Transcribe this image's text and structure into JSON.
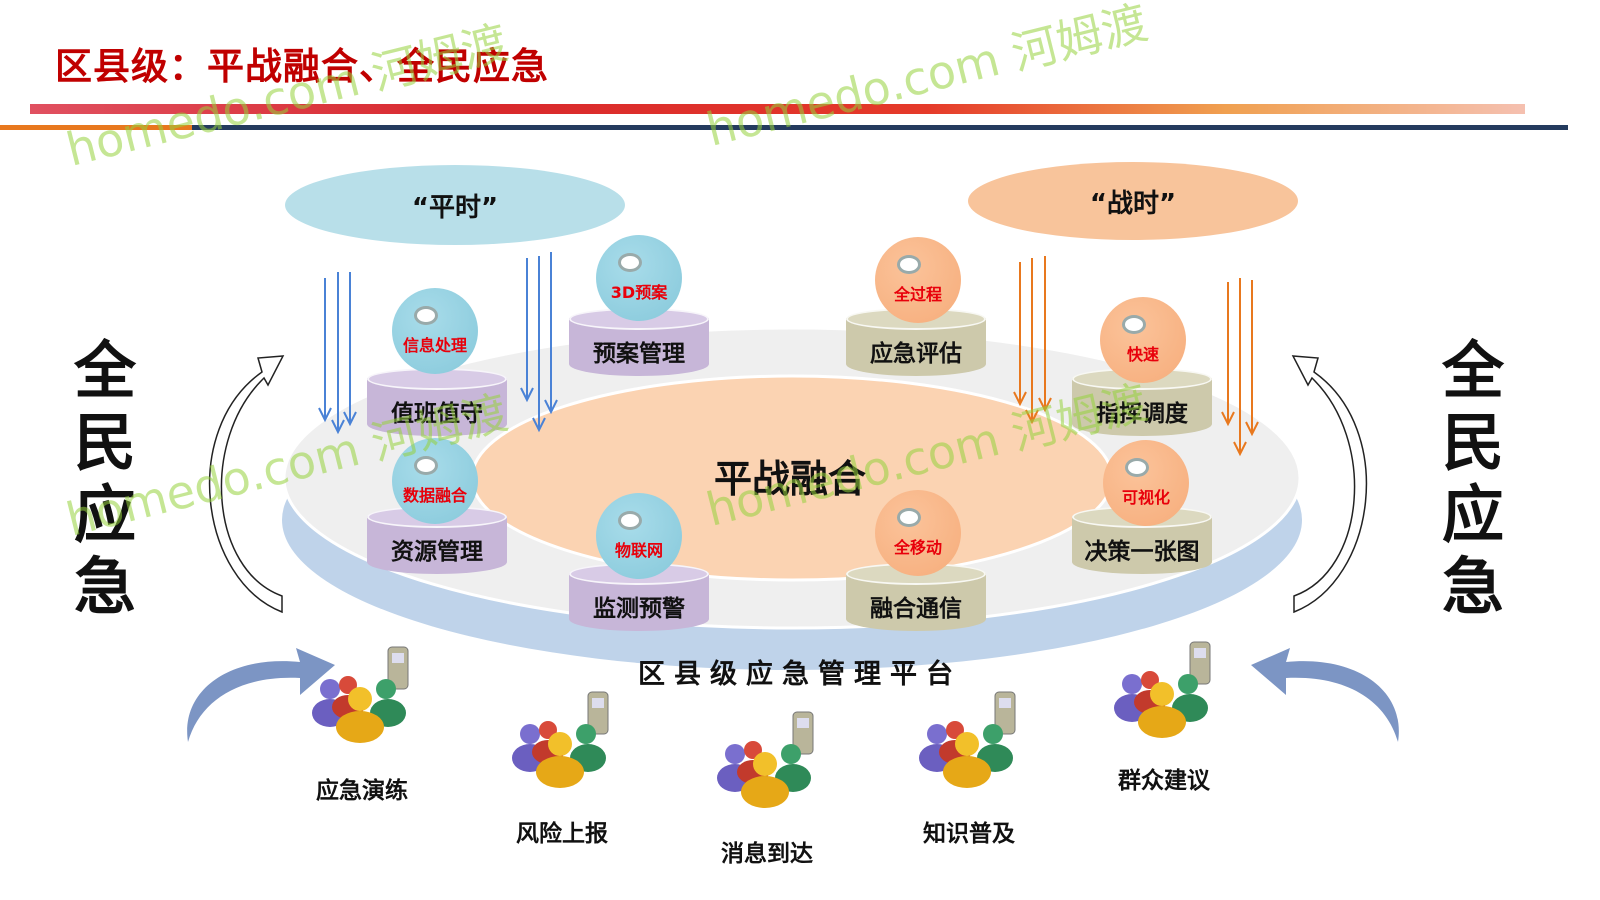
{
  "title": "区县级：平战融合、全民应急",
  "clouds": {
    "peace": "“平时”",
    "war": "“战时”"
  },
  "center_label": "平战融合",
  "platform_label": "区县级应急管理平台",
  "side_label": {
    "left": "全民应急",
    "right": "全民应急"
  },
  "modules": [
    {
      "name": "值班值守",
      "tag": "信息处理"
    },
    {
      "name": "预案管理",
      "tag": "3D预案"
    },
    {
      "name": "应急评估",
      "tag": "全过程"
    },
    {
      "name": "指挥调度",
      "tag": "快速"
    },
    {
      "name": "资源管理",
      "tag": "数据融合"
    },
    {
      "name": "监测预警",
      "tag": "物联网"
    },
    {
      "name": "融合通信",
      "tag": "全移动"
    },
    {
      "name": "决策一张图",
      "tag": "可视化"
    }
  ],
  "people": [
    "应急演练",
    "风险上报",
    "消息到达",
    "知识普及",
    "群众建议"
  ],
  "watermark": "homedo.com 河姆渡",
  "colors": {
    "title": "#c00000",
    "peace": "#86c8da",
    "war": "#f6ac7a"
  }
}
